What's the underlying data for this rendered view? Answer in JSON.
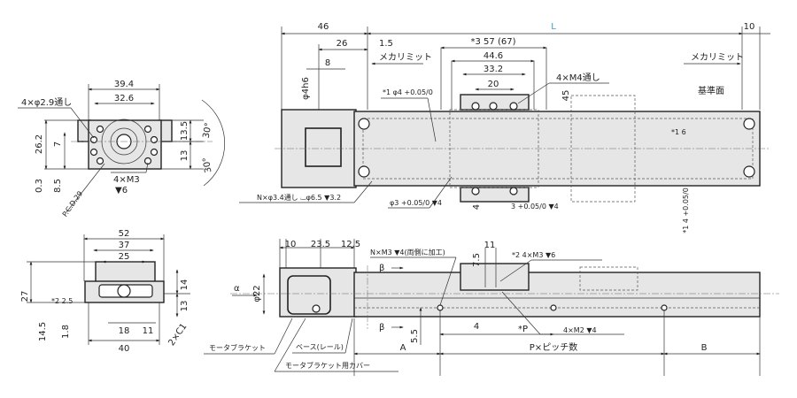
{
  "title": "Linear actuator dimension drawing",
  "accent_color": "#3a9bd5",
  "front_view": {
    "w_39_4": "39.4",
    "w_32_6": "32.6",
    "hole_note": "4×φ2.9通し",
    "h_26_2": "26.2",
    "h_7": "7",
    "h_0_3": "0.3",
    "h_8_5": "8.5",
    "h_13_5": "13.5",
    "h_13": "13",
    "ang1": "30°",
    "ang2": "30°",
    "tap_note": "4×M3",
    "tap_depth": "▼6",
    "pcd": "P.C.D.29"
  },
  "end_view": {
    "w_52": "52",
    "w_37": "37",
    "w_25": "25",
    "h_27": "27",
    "h_14": "14",
    "h_13": "13",
    "note_2_5": "*2 2.5",
    "h_14_5": "14.5",
    "h_1_8": "1.8",
    "w_18": "18",
    "w_11": "11",
    "chamfer": "2×C1",
    "w_40": "40"
  },
  "top_view": {
    "d_46": "46",
    "d_L": "L",
    "d_10": "10",
    "d_26": "26",
    "d_1_5": "1.5",
    "mech_limit_left": "メカリミット",
    "mech_limit_right": "メカリミット",
    "d_8": "8",
    "shaft": "φ4h6",
    "d_57": "*3 57 (67)",
    "d_44_6": "44.6",
    "d_33_2": "33.2",
    "d_20": "20",
    "m4_note": "4×M4通し",
    "d_45": "45",
    "pin_hole": "*1 φ4 +0.05/0",
    "ref_face": "基準面",
    "d_6": "*1 6",
    "d_14": "*1 4 +0.05/0",
    "n_hole_note": "N×φ3.4通し ⌴φ6.5 ▼3.2",
    "phi3_note": "φ3 +0.05/0 ▼4",
    "d_4": "4",
    "slot_note": "3 +0.05/0 ▼4"
  },
  "side_view": {
    "d_10": "10",
    "d_23_5": "23.5",
    "d_12_5": "12.5",
    "n_m3_note": "N×M3 ▼4(両側に加工)",
    "d_7_5": "7.5",
    "d_11": "11",
    "m3_note": "*2 4×M3 ▼6",
    "beta_top": "β",
    "beta_bottom": "β",
    "alpha": "α",
    "d_phi22": "φ22",
    "d_5_5": "5.5",
    "d_4": "4",
    "d_p": "*P",
    "m2_note": "4×M2 ▼4",
    "d_A": "A",
    "d_pitch": "P×ピッチ数",
    "d_B": "B",
    "label_motor_bracket": "モータブラケット",
    "label_base": "ベース(レール)",
    "label_cover": "モータブラケット用カバー"
  }
}
